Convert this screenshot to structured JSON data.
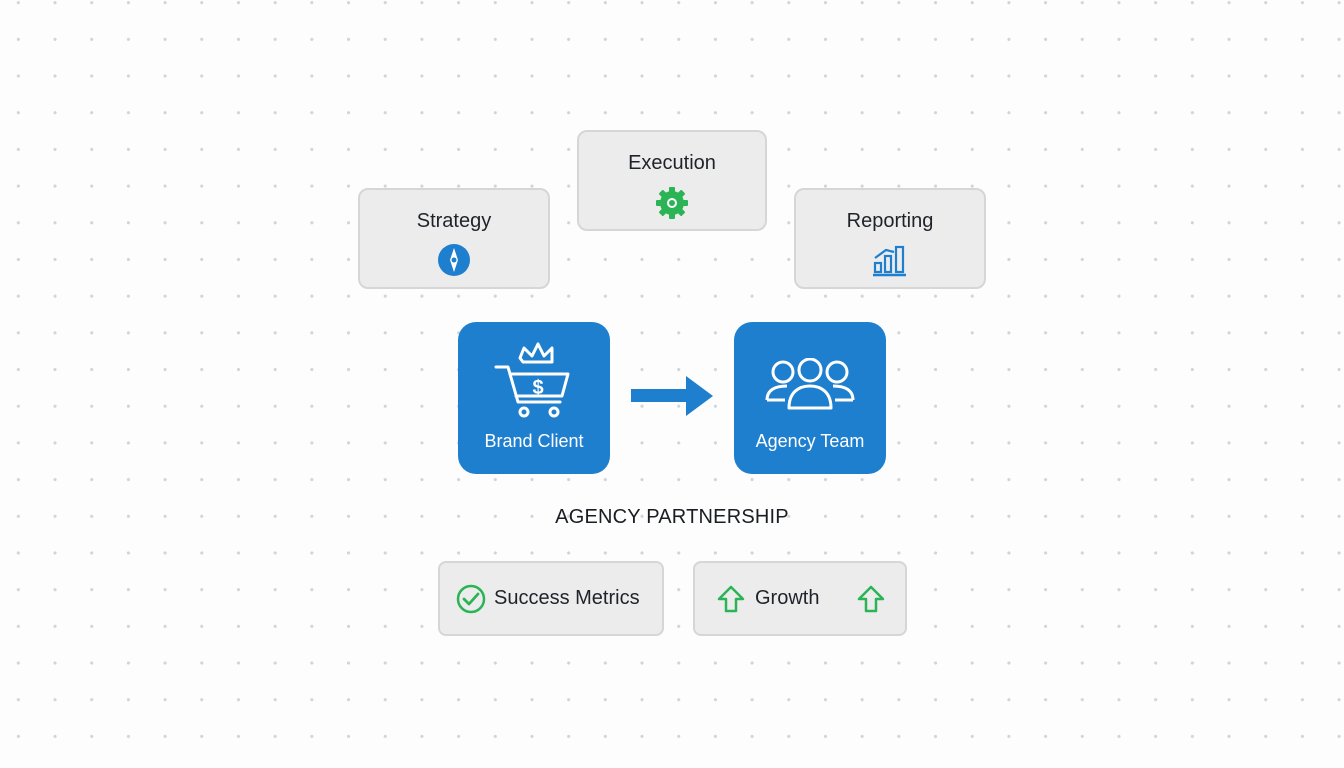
{
  "steps": [
    {
      "label": "Strategy",
      "icon": "compass-icon"
    },
    {
      "label": "Execution",
      "icon": "gear-icon"
    },
    {
      "label": "Reporting",
      "icon": "bar-chart-icon"
    }
  ],
  "client": {
    "label": "Brand Client",
    "icon": "crown-cart-icon"
  },
  "agency": {
    "label": "Agency Team",
    "icon": "team-icon"
  },
  "title": "AGENCY PARTNERSHIP",
  "outcomes": [
    {
      "label": "Success Metrics",
      "icon": "check-circle-icon"
    },
    {
      "label": "Growth",
      "icon": "arrow-up-icon"
    }
  ],
  "colors": {
    "blue": "#1f7fcf",
    "green": "#2bb455"
  }
}
